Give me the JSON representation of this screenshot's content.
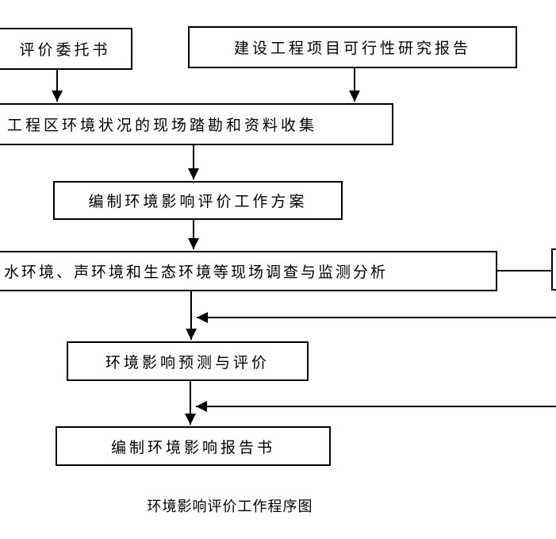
{
  "diagram": {
    "boxes": {
      "commission": "评价委托书",
      "feasibility": "建设工程项目可行性研究报告",
      "survey": "工程区环境状况的现场踏勘和资料收集",
      "plan": "编制环境影响评价工作方案",
      "monitoring": "水环境、声环境和生态环境等现场调查与监测分析",
      "prediction": "环境影响预测与评价",
      "report": "编制环境影响报告书"
    },
    "caption": "环境影响评价工作程序图"
  }
}
